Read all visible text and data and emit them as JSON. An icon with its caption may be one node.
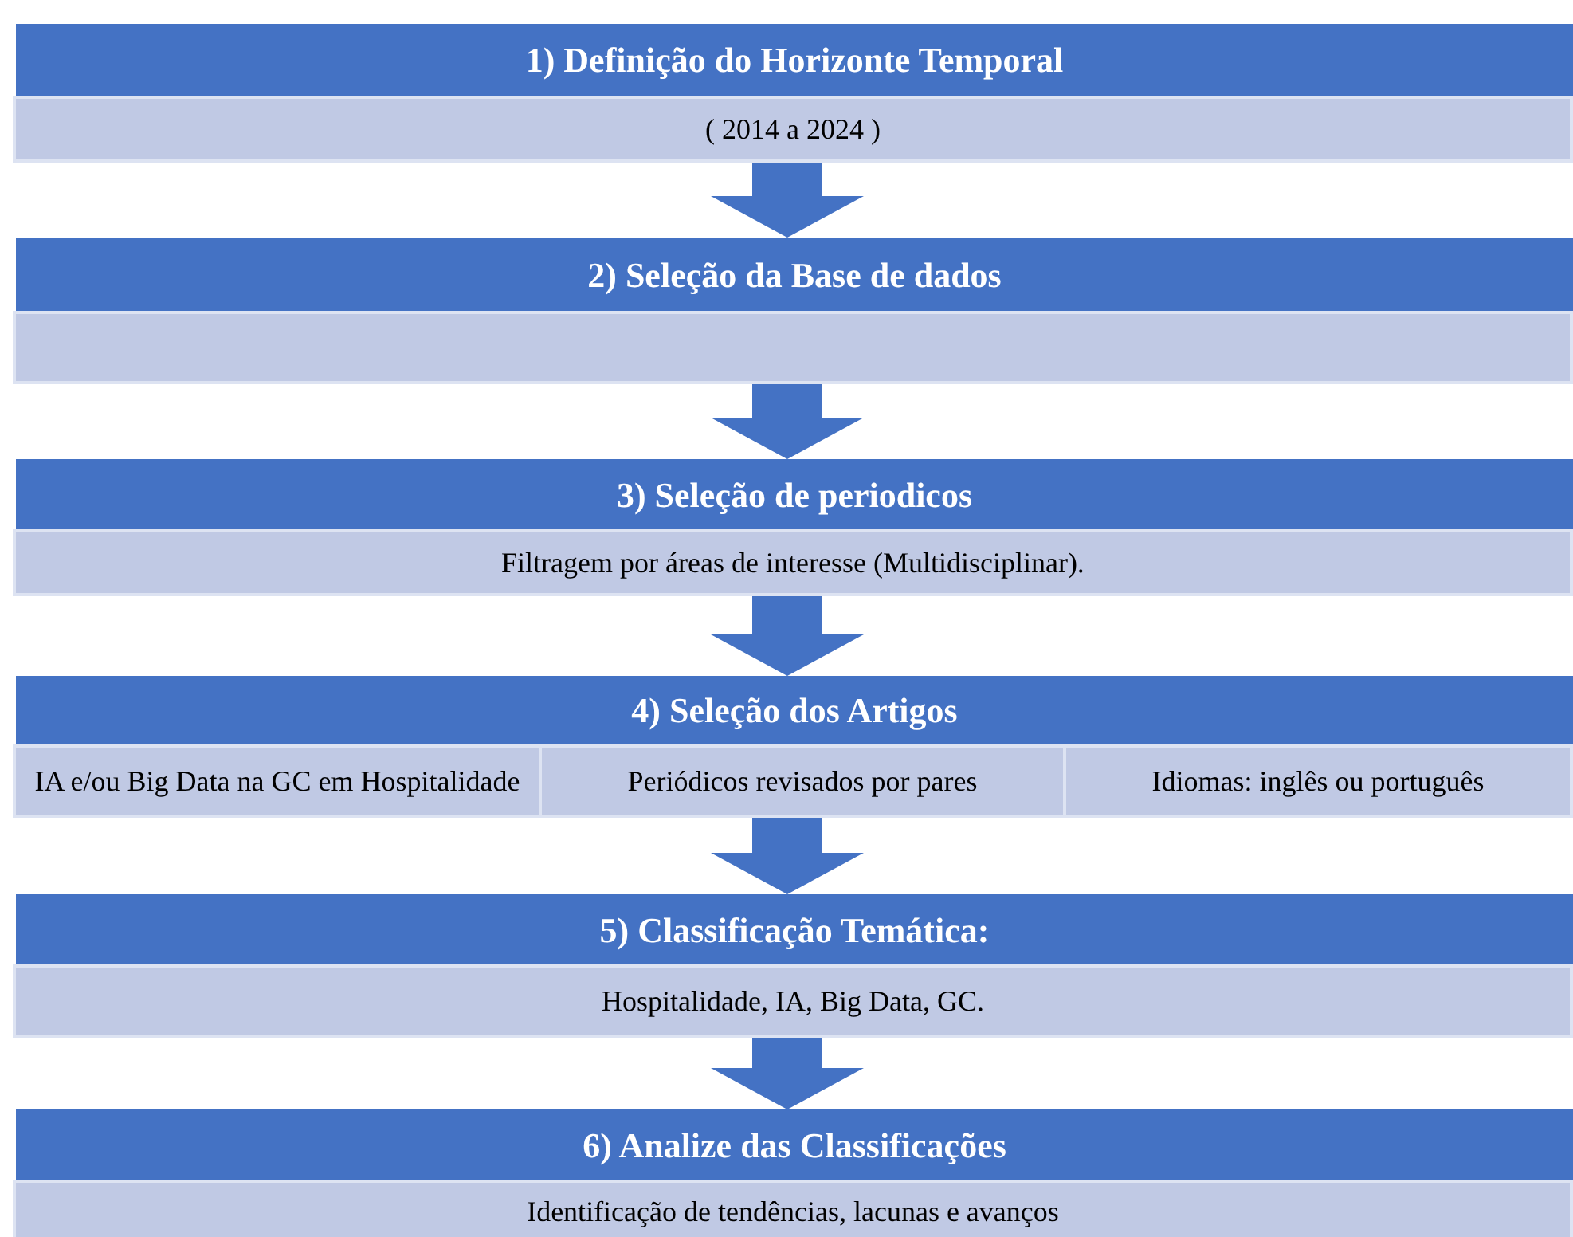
{
  "diagram": {
    "nodes": [
      {
        "text": [
          "1) Definição do Horizonte Temporal"
        ]
      },
      {
        "text": [
          "( 2014 a 2024 )"
        ]
      },
      {
        "text": [
          "2) Seleção da Base de dados"
        ]
      },
      {
        "text": [],
        "shape": "bar"
      },
      {
        "text": [
          "3) Seleção de periodicos"
        ]
      },
      {
        "text": [
          "Filtragem por áreas de interesse (Multidisciplinar)."
        ]
      },
      {
        "text": [
          "4) Seleção dos Artigos"
        ]
      },
      {
        "text": [
          "IA e/ou Big Data na GC em Hospitalidade"
        ]
      },
      {
        "text": [
          "Periódicos revisados por pares"
        ]
      },
      {
        "text": [
          "Idiomas: inglês ou português"
        ]
      },
      {
        "text": [
          "5) Classificação Temática:"
        ]
      },
      {
        "text": [
          "Hospitalidade, IA, Big Data, GC."
        ]
      },
      {
        "text": [
          "6) Analize das Classificações"
        ]
      },
      {
        "text": [
          "Identificação de tendências, lacunas e avanços"
        ]
      }
    ],
    "edges": [
      {
        "from": 1,
        "to": 2,
        "arrow": "to"
      },
      {
        "from": 3,
        "to": 4,
        "arrow": "to"
      },
      {
        "from": 5,
        "to": 6,
        "arrow": "to"
      },
      {
        "from": 8,
        "to": 10,
        "arrow": "to"
      },
      {
        "from": 11,
        "to": 12,
        "arrow": "to"
      }
    ]
  }
}
